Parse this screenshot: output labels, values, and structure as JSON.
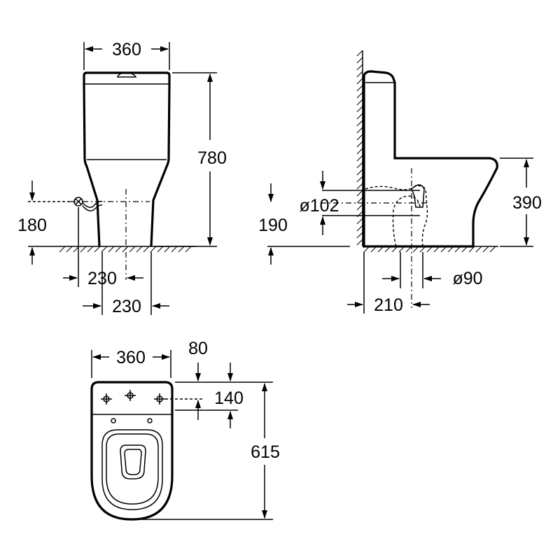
{
  "views": {
    "front": {
      "width_top": "360",
      "height_total": "780",
      "supply_height": "180",
      "supply_offset": "230",
      "outlet_offset": "230"
    },
    "side": {
      "inlet_diameter": "ø102",
      "inlet_height": "190",
      "bowl_height": "390",
      "outlet_diameter": "ø90",
      "outlet_distance": "210"
    },
    "top": {
      "width": "360",
      "hole_offset_a": "80",
      "hole_offset_b": "140",
      "depth": "615"
    }
  },
  "colors": {
    "line": "#000000",
    "background": "#ffffff"
  }
}
